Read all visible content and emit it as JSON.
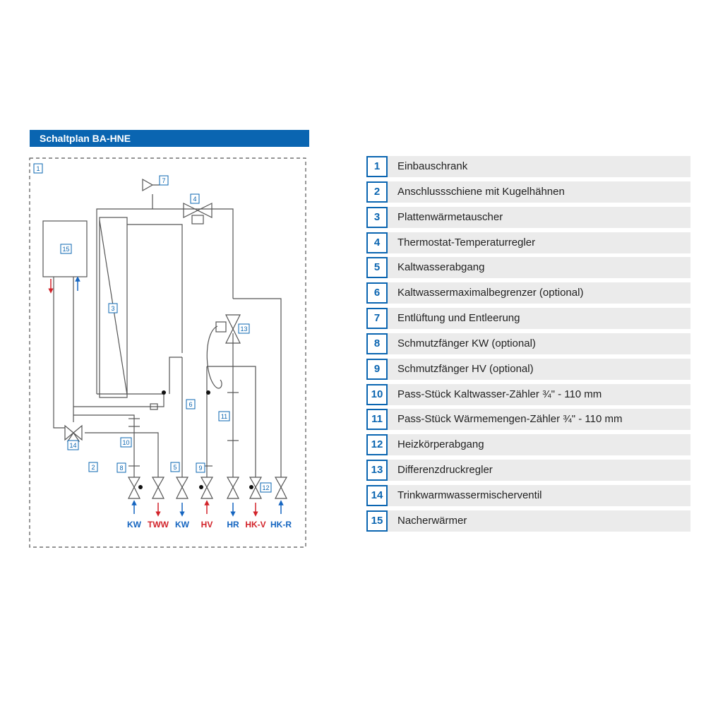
{
  "title": "Schaltplan BA-HNE",
  "colors": {
    "accent": "#0a65b1",
    "hot": "#d2232a",
    "cold": "#1565c0",
    "line": "#555555",
    "row_bg": "#ebebeb"
  },
  "diagram_tags": [
    "1",
    "2",
    "3",
    "4",
    "5",
    "6",
    "7",
    "8",
    "9",
    "10",
    "11",
    "12",
    "13",
    "14",
    "15"
  ],
  "ports": [
    {
      "label": "KW",
      "flow": "in",
      "color": "#1565c0"
    },
    {
      "label": "TWW",
      "flow": "out",
      "color": "#d2232a"
    },
    {
      "label": "KW",
      "flow": "out",
      "color": "#1565c0"
    },
    {
      "label": "HV",
      "flow": "in",
      "color": "#d2232a"
    },
    {
      "label": "HR",
      "flow": "out",
      "color": "#1565c0"
    },
    {
      "label": "HK-V",
      "flow": "out",
      "color": "#d2232a"
    },
    {
      "label": "HK-R",
      "flow": "in",
      "color": "#1565c0"
    }
  ],
  "legend": [
    {
      "num": "1",
      "label": "Einbauschrank"
    },
    {
      "num": "2",
      "label": "Anschlussschiene mit Kugelhähnen"
    },
    {
      "num": "3",
      "label": "Plattenwärmetauscher"
    },
    {
      "num": "4",
      "label": "Thermostat-Temperaturregler"
    },
    {
      "num": "5",
      "label": "Kaltwasserabgang"
    },
    {
      "num": "6",
      "label": "Kaltwassermaximalbegrenzer (optional)"
    },
    {
      "num": "7",
      "label": "Entlüftung und Entleerung"
    },
    {
      "num": "8",
      "label": "Schmutzfänger KW (optional)"
    },
    {
      "num": "9",
      "label": "Schmutzfänger HV (optional)"
    },
    {
      "num": "10",
      "label": "Pass-Stück Kaltwasser-Zähler ¾\" - 110 mm"
    },
    {
      "num": "11",
      "label": "Pass-Stück Wärmemengen-Zähler ¾\" - 110 mm"
    },
    {
      "num": "12",
      "label": "Heizkörperabgang"
    },
    {
      "num": "13",
      "label": "Differenzdruckregler"
    },
    {
      "num": "14",
      "label": "Trinkwarmwassermischerventil"
    },
    {
      "num": "15",
      "label": "Nacherwärmer"
    }
  ]
}
